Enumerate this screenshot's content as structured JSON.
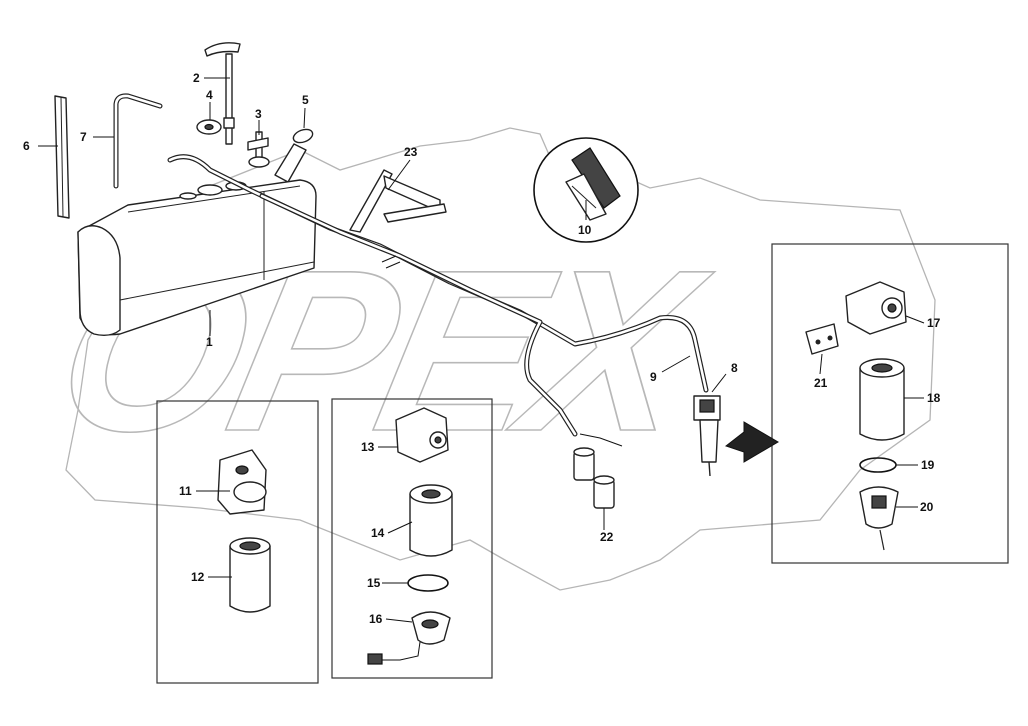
{
  "callouts": {
    "c1": "1",
    "c2": "2",
    "c3": "3",
    "c4": "4",
    "c5": "5",
    "c6": "6",
    "c7": "7",
    "c8": "8",
    "c9": "9",
    "c10": "10",
    "c11": "11",
    "c12": "12",
    "c13": "13",
    "c14": "14",
    "c15": "15",
    "c16": "16",
    "c17": "17",
    "c18": "18",
    "c19": "19",
    "c20": "20",
    "c21": "21",
    "c22": "22",
    "c23": "23"
  },
  "watermark": {
    "text": "OPEX"
  }
}
